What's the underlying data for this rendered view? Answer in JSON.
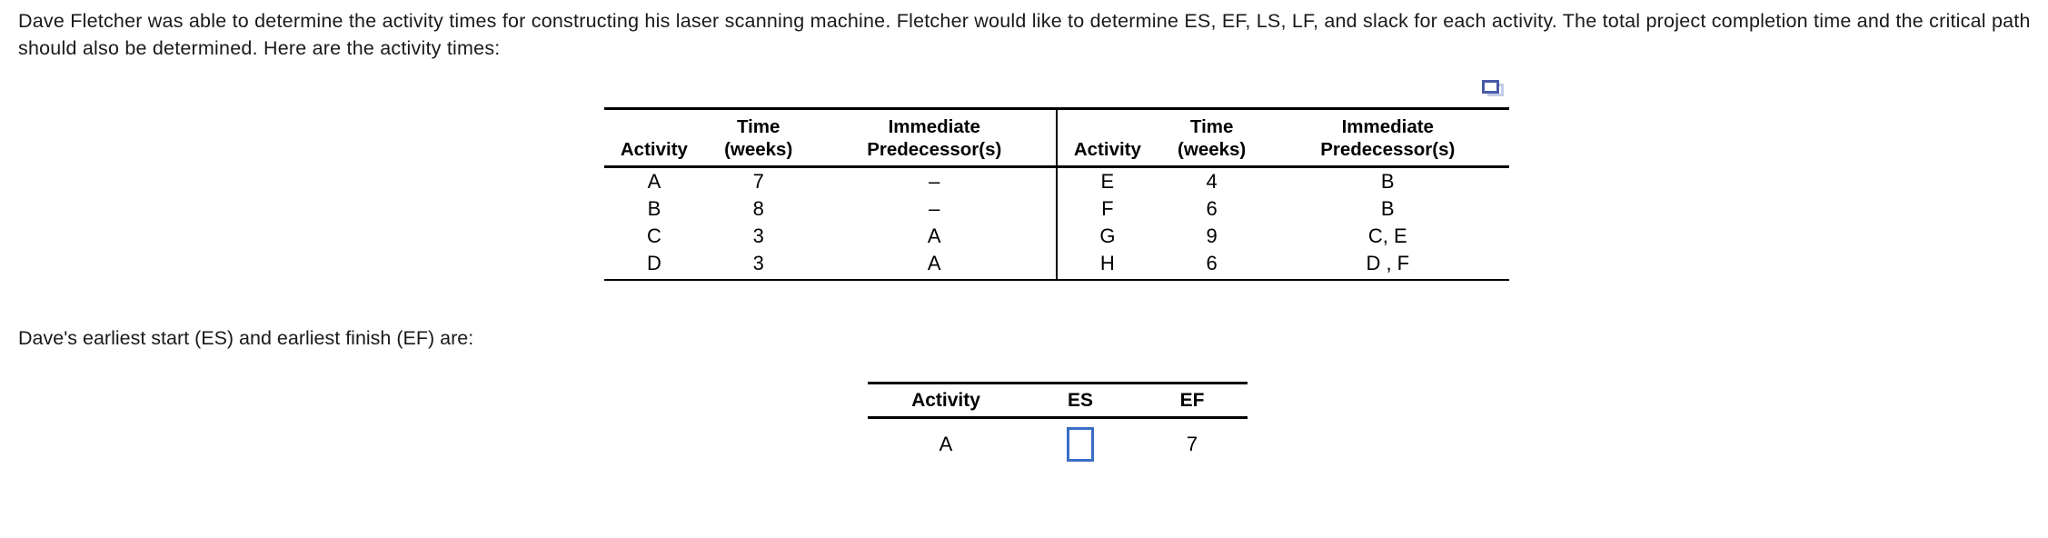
{
  "intro": {
    "text": "Dave Fletcher was able to determine the activity times for constructing his laser scanning machine. Fletcher would like to determine ES, EF, LS, LF, and slack for each activity. The total project completion time and the critical path should also be determined. Here are the activity times:"
  },
  "icons": {
    "copy": "copy-windows-icon",
    "copy_color": "#4a5ba6",
    "copy_color_light": "#c5cbe8"
  },
  "activity_table": {
    "headers": {
      "activity": "Activity",
      "time_line1": "Time",
      "time_line2": "(weeks)",
      "pred_line1": "Immediate",
      "pred_line2": "Predecessor(s)"
    },
    "left_rows": [
      {
        "activity": "A",
        "time": "7",
        "predecessors": "–"
      },
      {
        "activity": "B",
        "time": "8",
        "predecessors": "–"
      },
      {
        "activity": "C",
        "time": "3",
        "predecessors": "A"
      },
      {
        "activity": "D",
        "time": "3",
        "predecessors": "A"
      }
    ],
    "right_rows": [
      {
        "activity": "E",
        "time": "4",
        "predecessors": "B"
      },
      {
        "activity": "F",
        "time": "6",
        "predecessors": "B"
      },
      {
        "activity": "G",
        "time": "9",
        "predecessors": "C, E"
      },
      {
        "activity": "H",
        "time": "6",
        "predecessors": "D , F"
      }
    ]
  },
  "prompt2": {
    "text": "Dave's earliest start (ES) and earliest finish (EF) are:"
  },
  "answer_table": {
    "headers": {
      "activity": "Activity",
      "es": "ES",
      "ef": "EF"
    },
    "rows": [
      {
        "activity": "A",
        "es_value": "",
        "es_placeholder": "",
        "ef": "7"
      }
    ],
    "input_border_color": "#3a6ec4"
  }
}
